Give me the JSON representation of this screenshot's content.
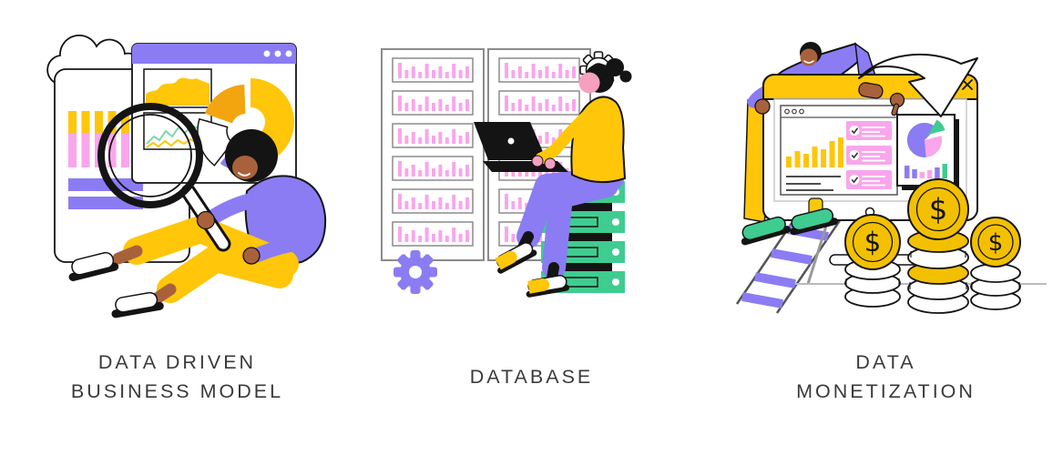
{
  "palette": {
    "purple": "#8B7CF3",
    "yellow": "#FFC60A",
    "gold": "#F3C000",
    "pink": "#F9A6EC",
    "orange": "#F2A50F",
    "green": "#3FCC90",
    "mint": "#82D8AD",
    "skin-dark": "#A9613C",
    "skin-pink": "#F6A0C0",
    "ink": "#141414",
    "gray": "#8B8B8B",
    "caption": "#3A3A3A",
    "bg": "#FFFFFF"
  },
  "figures": [
    {
      "id": "data-driven-business-model",
      "caption": "DATA DRIVEN\nBUSINESS MODEL",
      "elements": [
        "cloud-icon",
        "stats-card",
        "stacked-bar-chart",
        "analytics-browser-window",
        "area-chart",
        "line-chart",
        "donut-chart",
        "magnifying-glass-icon",
        "analyst-person"
      ]
    },
    {
      "id": "database",
      "caption": "DATABASE",
      "elements": [
        "server-rack-left",
        "server-rack-right",
        "equalizer-data-rows",
        "gear-outline-icon",
        "gear-purple-icon",
        "green-server-stack",
        "developer-person",
        "laptop-icon"
      ]
    },
    {
      "id": "data-monetization",
      "caption": "DATA\nMONETIZATION",
      "coin_symbol": "$",
      "elements": [
        "monitor",
        "browser-window",
        "bar-chart",
        "checklist-cards",
        "pie-chart-card",
        "refresh-arrow-icon",
        "close-x-icon",
        "ladder",
        "climber-person",
        "dollar-coin-stacks"
      ],
      "coin_stacks": 3
    }
  ]
}
